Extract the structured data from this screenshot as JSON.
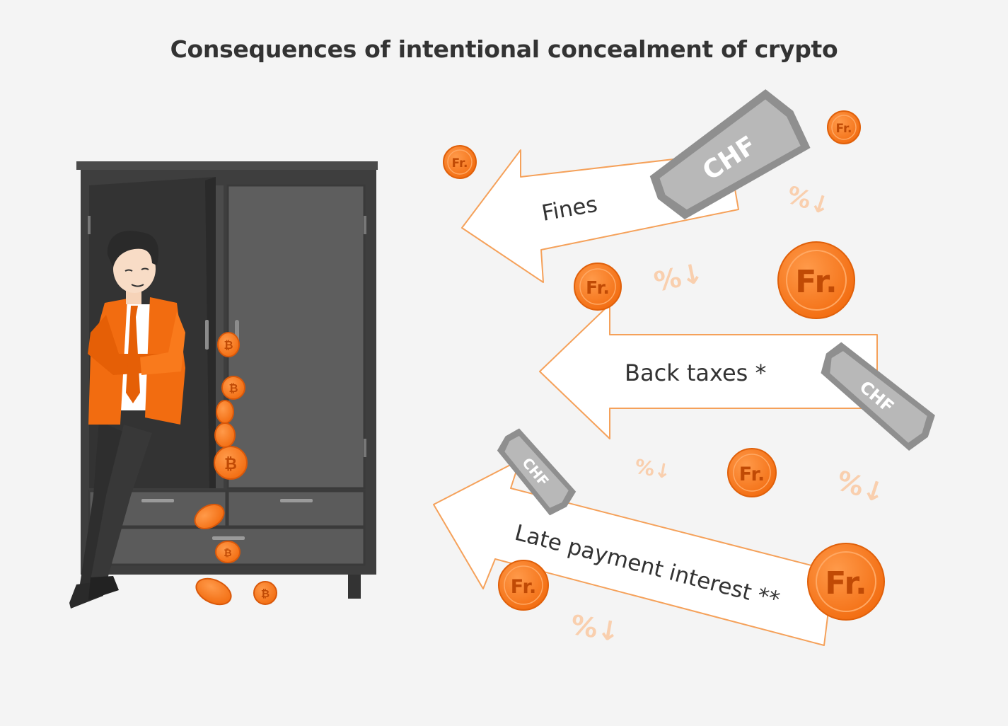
{
  "title": "Consequences of intentional concealment of crypto",
  "arrows": [
    {
      "label": "Fines"
    },
    {
      "label": "Back taxes *"
    },
    {
      "label": "Late payment interest **"
    }
  ],
  "coin_label": "Fr.",
  "banknote_label": "CHF",
  "percent_label": "%↓",
  "colors": {
    "accent": "#f26c10",
    "accent_light": "#ff8a3a",
    "outline": "#f5a15a",
    "cabinet": "#5a5a5a",
    "cabinet_dark": "#3e3e3e",
    "banknote": "#a9a9a9",
    "percent": "#f9cfae",
    "text": "#333333"
  }
}
